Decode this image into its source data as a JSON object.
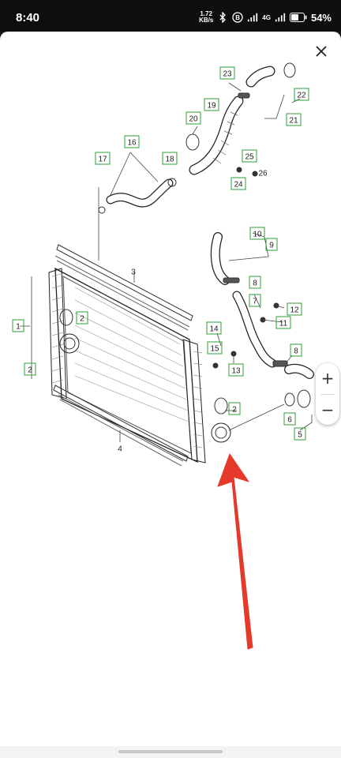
{
  "status_bar": {
    "time": "8:40",
    "net_speed_value": "1.72",
    "net_speed_unit": "KB/s",
    "network": "4G",
    "battery": "54%",
    "icons": [
      "bluetooth-icon",
      "circle-b-icon",
      "signal-icon",
      "battery-icon"
    ]
  },
  "viewer": {
    "close_icon": "close-icon",
    "zoom_in_label": "+",
    "zoom_out_label": "−"
  },
  "diagram": {
    "callouts": [
      {
        "id": "c1",
        "label": "1"
      },
      {
        "id": "c2a",
        "label": "2"
      },
      {
        "id": "c2b",
        "label": "2"
      },
      {
        "id": "c2c",
        "label": "2"
      },
      {
        "id": "c3",
        "label": "3"
      },
      {
        "id": "c4",
        "label": "4"
      },
      {
        "id": "c5",
        "label": "5"
      },
      {
        "id": "c6",
        "label": "6"
      },
      {
        "id": "c7",
        "label": "7"
      },
      {
        "id": "c8a",
        "label": "8"
      },
      {
        "id": "c8b",
        "label": "8"
      },
      {
        "id": "c9",
        "label": "9"
      },
      {
        "id": "c10",
        "label": "10"
      },
      {
        "id": "c11",
        "label": "11"
      },
      {
        "id": "c12",
        "label": "12"
      },
      {
        "id": "c13",
        "label": "13"
      },
      {
        "id": "c14",
        "label": "14"
      },
      {
        "id": "c15",
        "label": "15"
      },
      {
        "id": "c16",
        "label": "16"
      },
      {
        "id": "c17",
        "label": "17"
      },
      {
        "id": "c18",
        "label": "18"
      },
      {
        "id": "c19",
        "label": "19"
      },
      {
        "id": "c20",
        "label": "20"
      },
      {
        "id": "c21",
        "label": "21"
      },
      {
        "id": "c22",
        "label": "22"
      },
      {
        "id": "c23",
        "label": "23"
      },
      {
        "id": "c24",
        "label": "24"
      },
      {
        "id": "c25",
        "label": "25"
      },
      {
        "id": "c26",
        "label": "26"
      }
    ],
    "callout_color": "#2e9e3a",
    "arrow_color": "#e53a2b"
  }
}
